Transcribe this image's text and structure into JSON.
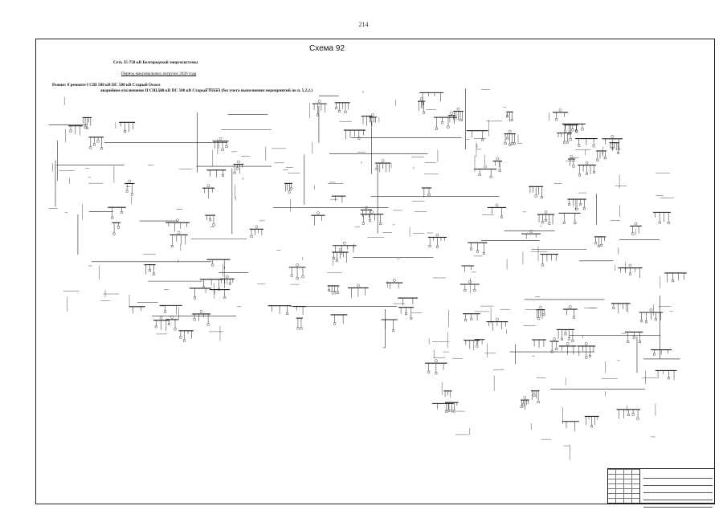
{
  "page": {
    "number": "214"
  },
  "scheme": {
    "title": "Схема 92",
    "header_lines": [
      "Сеть 35-750 кВ Белгородской энергосистемы",
      "Период максимальных нагрузок 2026 года",
      "Режим: б ремонте I СШ 500 кВ ПС 500 кВ Старый Оскол",
      "аварийное отключение II СШ 500 кВ ПС 500 кВ Старый Оскол (без учета выполнения мероприятий по п. 5.2.2.)"
    ]
  },
  "title_block": {
    "rows": [
      "",
      "",
      "",
      "",
      ""
    ]
  },
  "diagram": {
    "line_color": "#222222",
    "background": "#ffffff"
  }
}
